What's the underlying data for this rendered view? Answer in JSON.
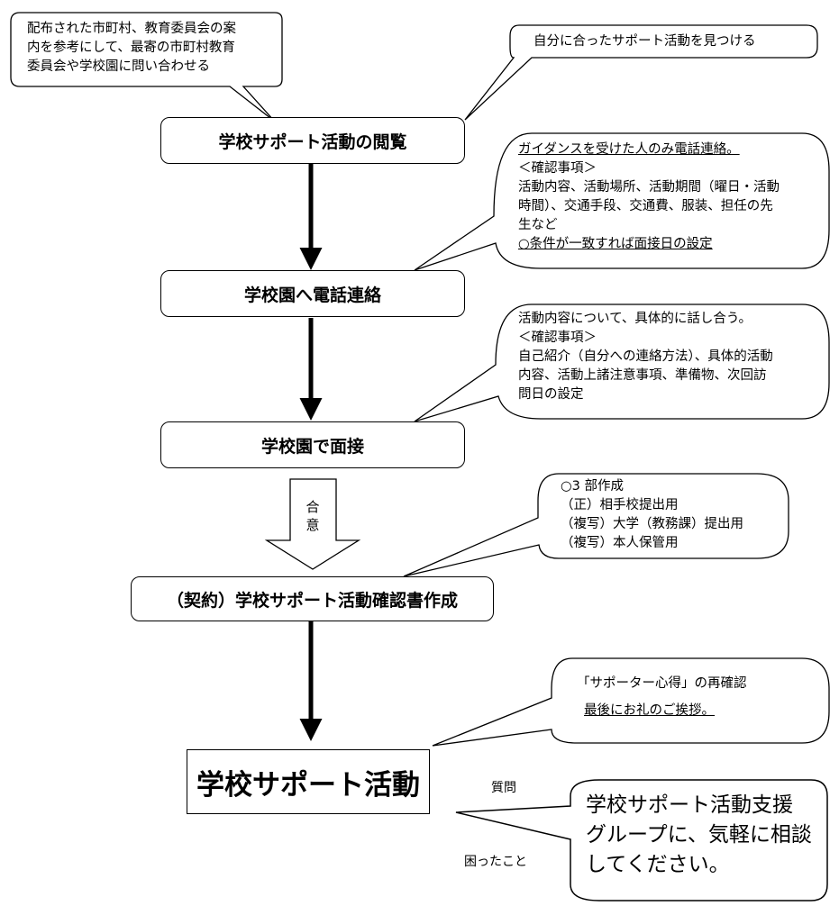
{
  "steps": {
    "browse": "学校サポート活動の閲覧",
    "phone": "学校園へ電話連絡",
    "interview": "学校園で面接",
    "contract": "（契約）学校サポート活動確認書作成",
    "activity": "学校サポート活動"
  },
  "agreement_label": [
    "合",
    "意"
  ],
  "callouts": {
    "contact": [
      "配布された市町村、教育委員会の案",
      "内を参考にして、最寄の市町村教育",
      "委員会や学校園に問い合わせる"
    ],
    "find": "自分に合ったサポート活動を見つける",
    "phone_notes": {
      "lead": "ガイダンスを受けた人のみ電話連絡。",
      "header": "＜確認事項＞",
      "lines": [
        "活動内容、活動場所、活動期間（曜日・活動",
        "時間）、交通手段、交通費、服装、担任の先",
        "生など"
      ],
      "condition": "○条件が一致すれば面接日の設定"
    },
    "interview_notes": {
      "lead": "活動内容について、具体的に話し合う。",
      "header": "＜確認事項＞",
      "lines": [
        "自己紹介（自分への連絡方法）、具体的活動",
        "内容、活動上諸注意事項、準備物、次回訪",
        "問日の設定"
      ]
    },
    "copies": [
      "○3 部作成",
      "（正）相手校提出用",
      "（複写）大学（教務課）提出用",
      "（複写）本人保管用"
    ],
    "reminder": {
      "line1": "「サポーター心得」の再確認",
      "line2": "最後にお礼のご挨拶。"
    },
    "support": [
      "学校サポート活動支援",
      "グループに、気軽に相談",
      "してください。"
    ]
  },
  "labels": {
    "question": "質問",
    "trouble": "困ったこと"
  }
}
